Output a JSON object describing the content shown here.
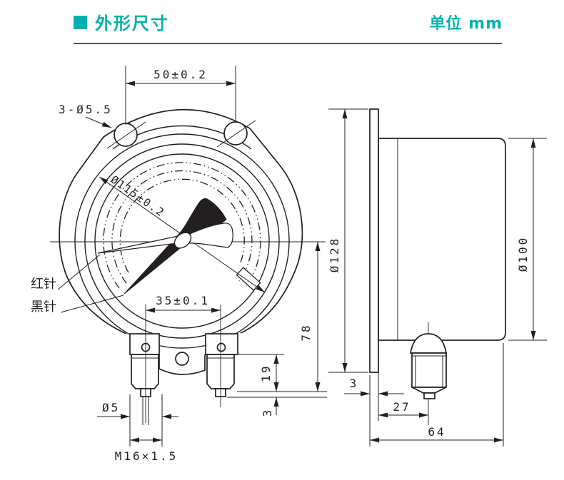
{
  "header": {
    "title": "外形尺寸",
    "unit_label": "单位 mm",
    "accent_color": "#00b2ae"
  },
  "front_view": {
    "dim_hole_spacing": "50±0.2",
    "dim_mount_holes": "3-Ø5.5",
    "dim_dial_diameter": "Ø115±0.2",
    "label_red_needle": "红针",
    "label_black_needle": "黑针",
    "dim_port_spacing": "35±0.1",
    "dim_center_height": "78",
    "dim_hex_height": "19",
    "dim_nipple_height": "3",
    "dim_stem_diameter": "Ø5",
    "dim_thread": "M16×1.5"
  },
  "side_view": {
    "dim_flange_diameter": "Ø128",
    "dim_case_diameter": "Ø100",
    "dim_flange_thickness": "3",
    "dim_center_to_flange": "27",
    "dim_depth": "64"
  }
}
